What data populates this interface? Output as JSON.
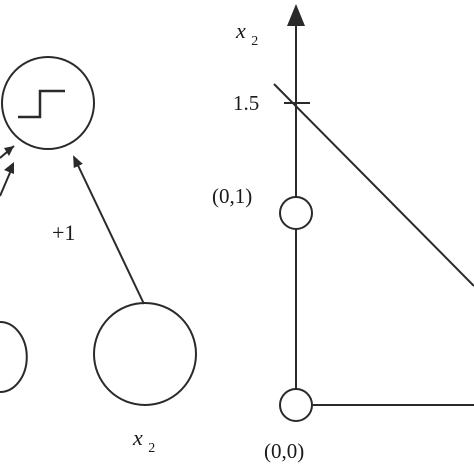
{
  "network": {
    "edge_weight_label": "+1",
    "input_node_label": {
      "var": "x",
      "sub": "2"
    }
  },
  "plot": {
    "axis_label": {
      "var": "x",
      "sub": "2"
    },
    "tick_label": "1.5",
    "points": [
      {
        "label": "(0,1)"
      },
      {
        "label": "(0,0)"
      }
    ]
  }
}
